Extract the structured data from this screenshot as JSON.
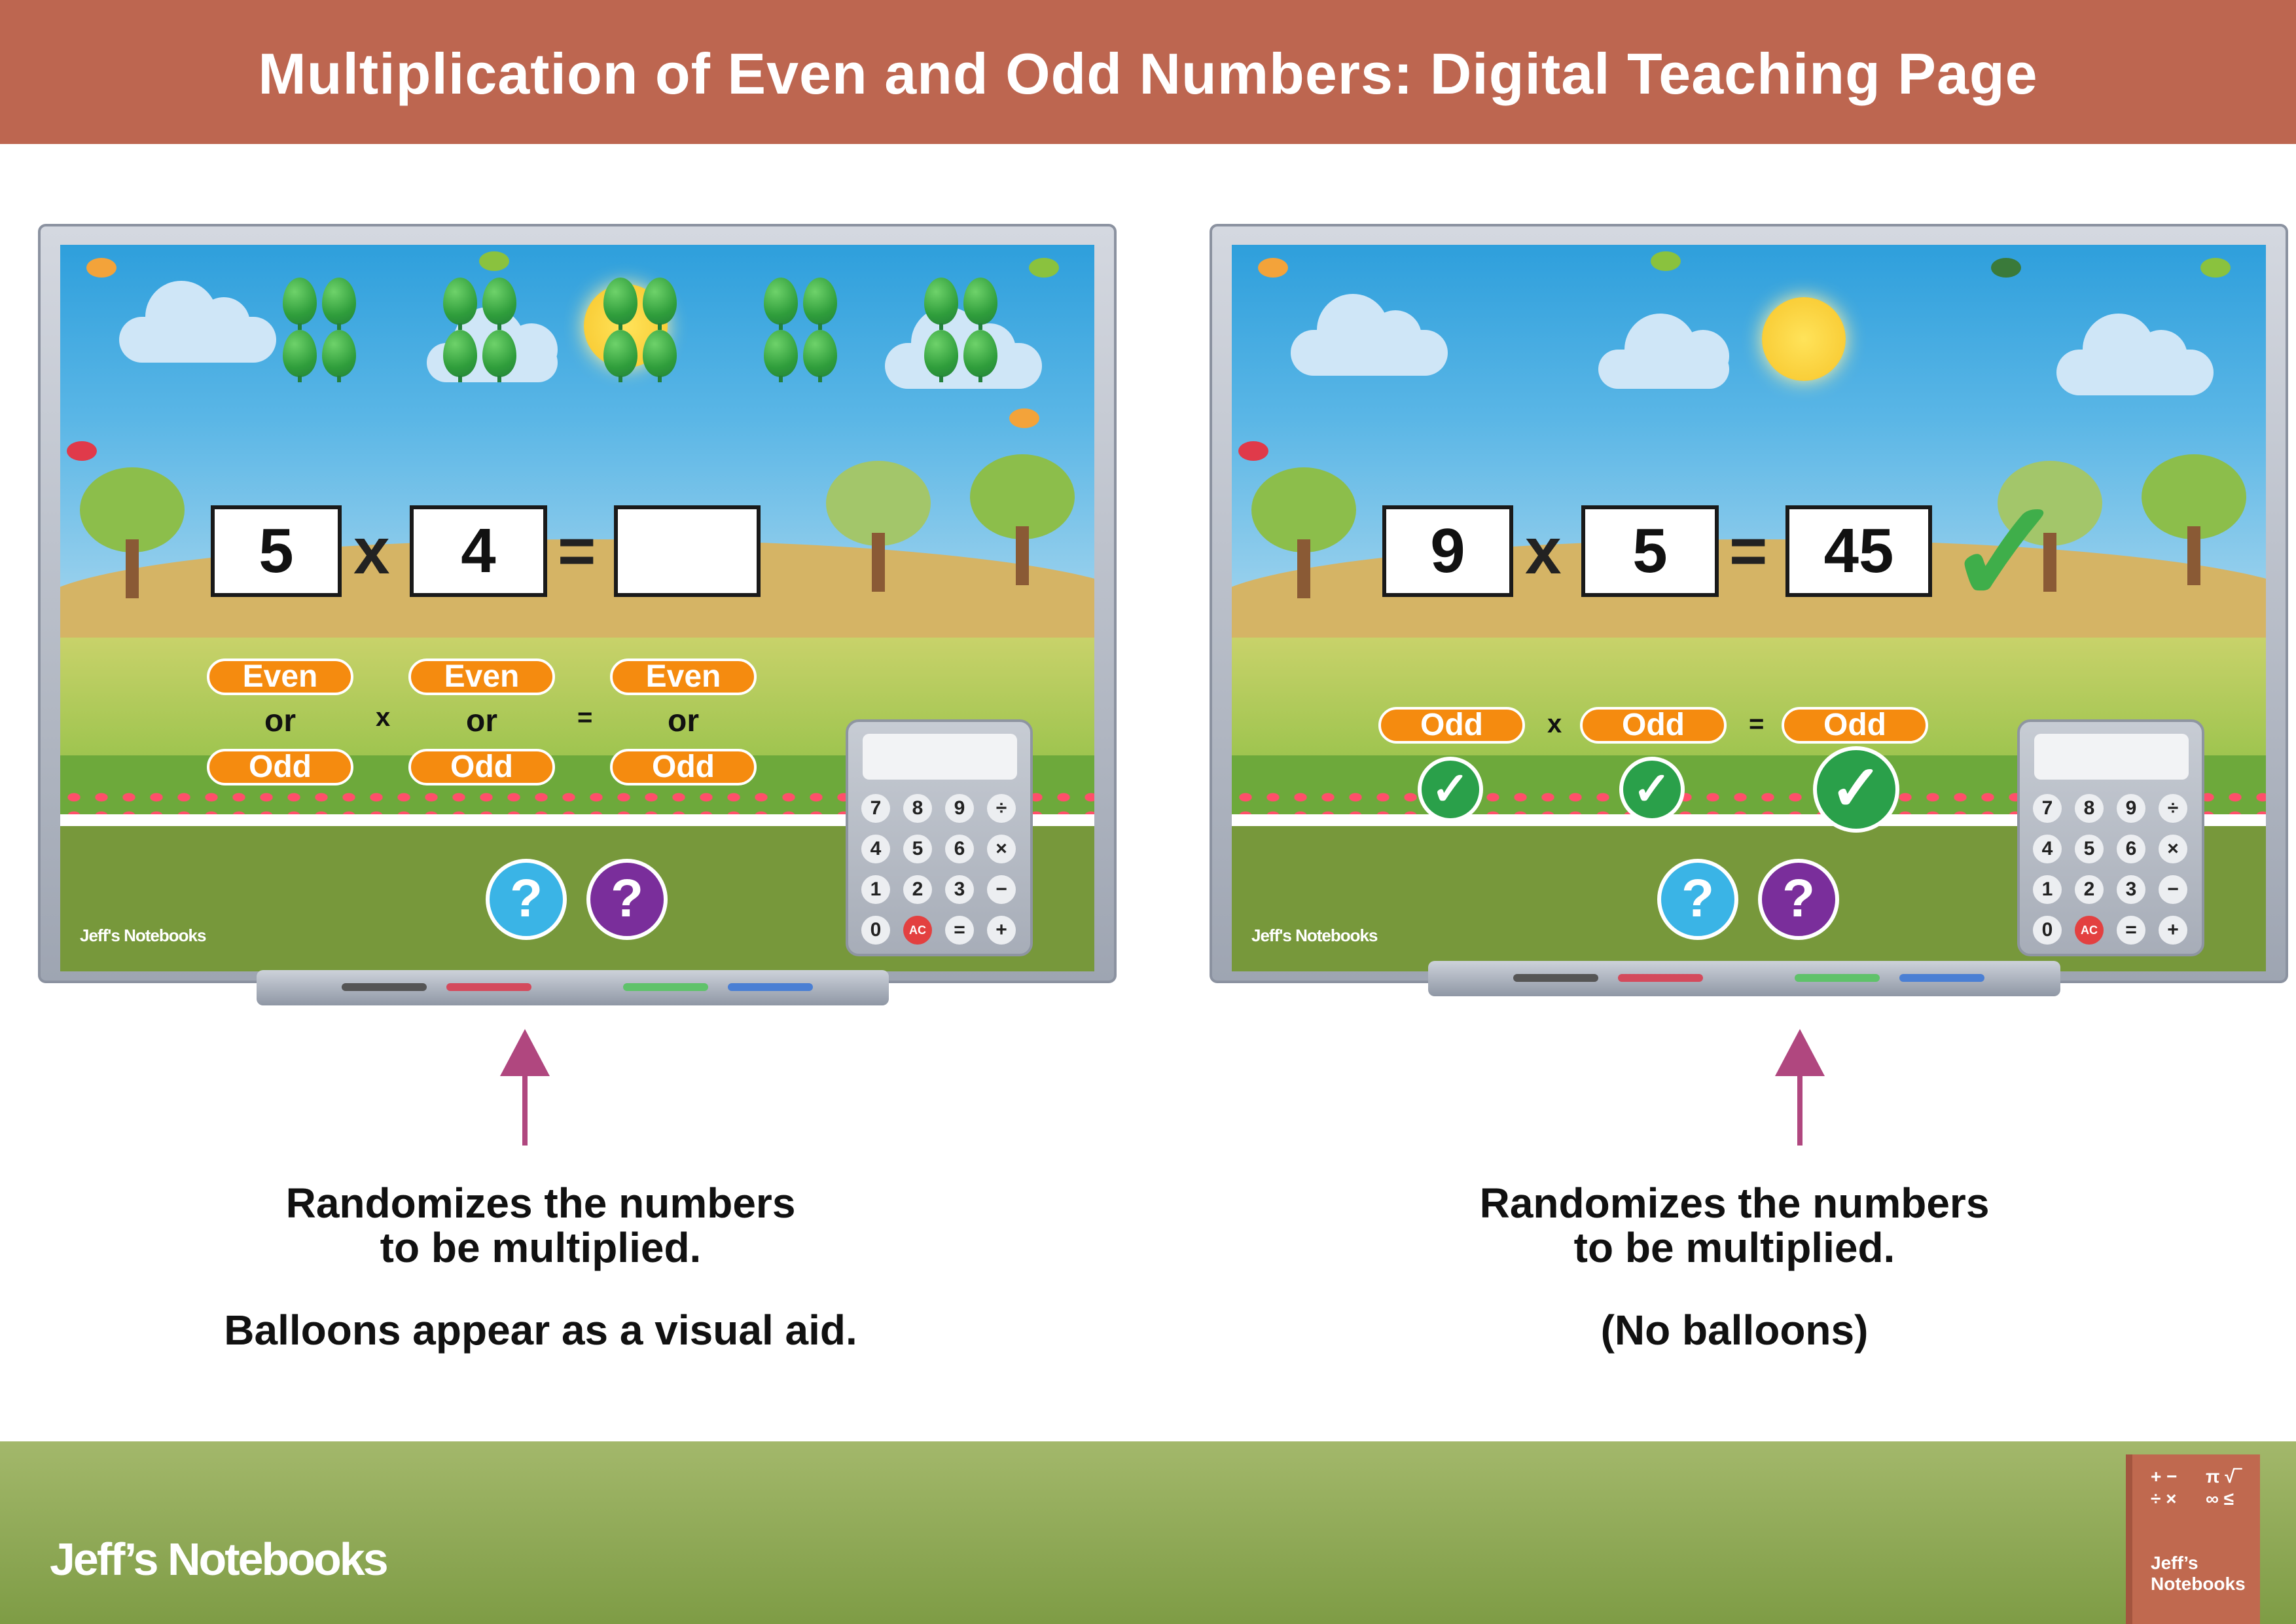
{
  "header": {
    "title": "Multiplication of Even and Odd Numbers: Digital Teaching Page"
  },
  "boards": [
    {
      "equation": {
        "a": "5",
        "times": "x",
        "b": "4",
        "equals": "=",
        "result": ""
      },
      "choices": {
        "col1": {
          "top": "Even",
          "or": "or",
          "bottom": "Odd"
        },
        "col2": {
          "top": "Even",
          "or": "or",
          "bottom": "Odd"
        },
        "col3": {
          "top": "Even",
          "or": "or",
          "bottom": "Odd"
        },
        "times": "x",
        "equals": "="
      },
      "help_buttons": [
        "?",
        "?"
      ],
      "brand": "Jeff's Notebooks",
      "balloons_visible": true
    },
    {
      "equation": {
        "a": "9",
        "times": "x",
        "b": "5",
        "equals": "=",
        "result": "45",
        "correct": true
      },
      "choices": {
        "col1": {
          "selected": "Odd",
          "checked": true
        },
        "col2": {
          "selected": "Odd",
          "checked": true
        },
        "col3": {
          "selected": "Odd",
          "checked": true
        },
        "times": "x",
        "equals": "="
      },
      "help_buttons": [
        "?",
        "?"
      ],
      "brand": "Jeff's Notebooks",
      "balloons_visible": false
    }
  ],
  "calculator": {
    "keys": [
      [
        "7",
        "8",
        "9",
        "÷"
      ],
      [
        "4",
        "5",
        "6",
        "×"
      ],
      [
        "1",
        "2",
        "3",
        "−"
      ],
      [
        "0",
        "AC",
        "=",
        "+"
      ]
    ]
  },
  "captions": {
    "left": {
      "line1": "Randomizes the numbers to be multiplied.",
      "line2": "Balloons appear as a visual aid."
    },
    "right": {
      "line1": "Randomizes the numbers to be multiplied.",
      "line2": "(No balloons)"
    }
  },
  "footer": {
    "brand": "Jeff’s Notebooks",
    "logo_symbols": [
      "+ −",
      "÷ ×",
      "π √‾",
      "∞ ≤"
    ],
    "logo_title_1": "Jeff’s",
    "logo_title_2": "Notebooks"
  },
  "colors": {
    "banner": "#bd6650",
    "pill": "#f58b0f",
    "balloon": "#2f9d3b",
    "check": "#2aa04a",
    "help_blue": "#3ab4e6",
    "help_purple": "#7a2e9b",
    "arrow": "#b0477f"
  }
}
